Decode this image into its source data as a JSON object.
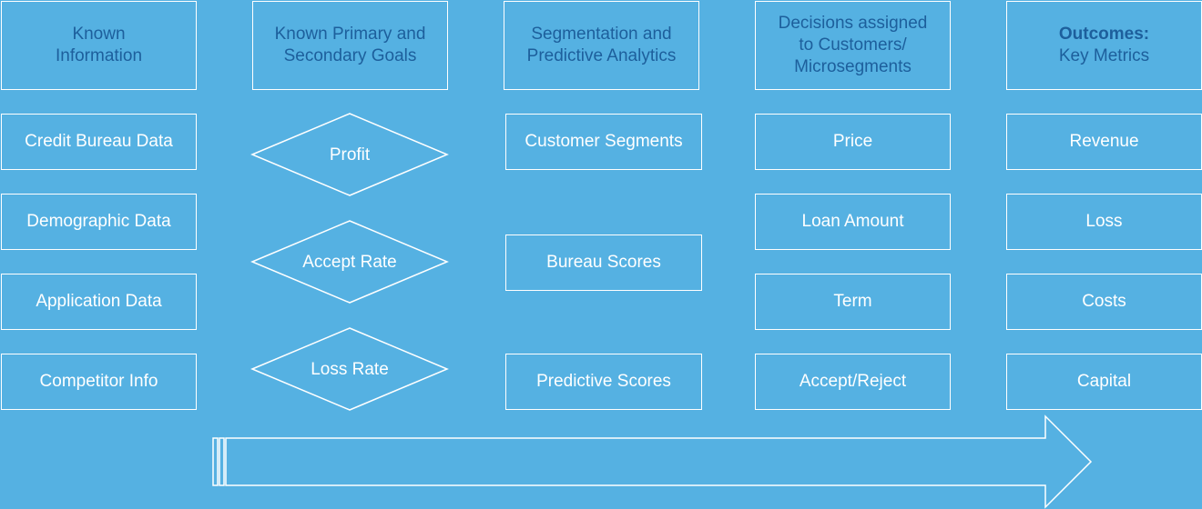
{
  "headers": {
    "col1": {
      "line1": "Known",
      "line2": "Information"
    },
    "col2": {
      "line1": "Known Primary and",
      "line2": "Secondary Goals"
    },
    "col3": {
      "line1": "Segmentation and",
      "line2": "Predictive Analytics"
    },
    "col4": {
      "line1": "Decisions assigned",
      "line2": "to Customers/",
      "line3": "Microsegments"
    },
    "col5": {
      "line1": "Outcomes:",
      "line2": "Key Metrics"
    }
  },
  "known_information": [
    "Credit Bureau Data",
    "Demographic Data",
    "Application Data",
    "Competitor Info"
  ],
  "goals": [
    "Profit",
    "Accept Rate",
    "Loss Rate"
  ],
  "analytics": [
    "Customer Segments",
    "Bureau Scores",
    "Predictive Scores"
  ],
  "decisions": [
    "Price",
    "Loan Amount",
    "Term",
    "Accept/Reject"
  ],
  "outcomes": [
    "Revenue",
    "Loss",
    "Costs",
    "Capital"
  ],
  "colors": {
    "background": "#55b1e2",
    "header_text": "#1d5f9c",
    "box_stroke": "#ffffff"
  }
}
